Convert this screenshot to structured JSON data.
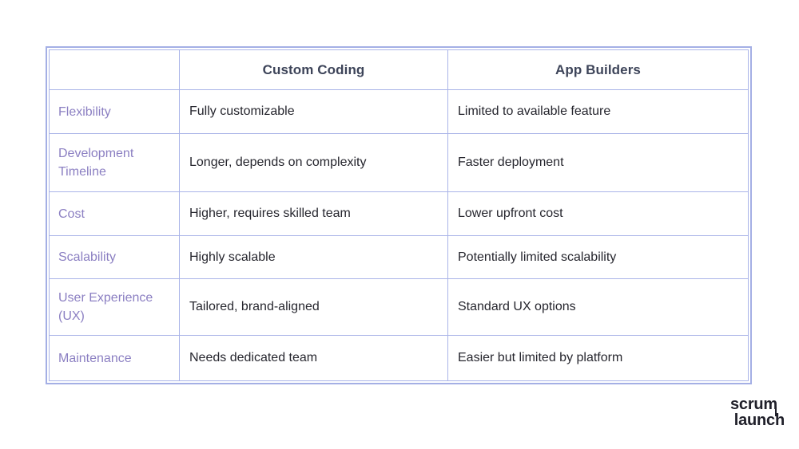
{
  "chart_data": {
    "type": "table",
    "title": "",
    "headers": [
      "",
      "Custom Coding",
      "App Builders"
    ],
    "rows": [
      [
        "Flexibility",
        "Fully customizable",
        "Limited to available feature"
      ],
      [
        "Development Timeline",
        "Longer, depends on complexity",
        "Faster deployment"
      ],
      [
        "Cost",
        "Higher, requires skilled team",
        "Lower upfront cost"
      ],
      [
        "Scalability",
        "Highly scalable",
        "Potentially limited scalability"
      ],
      [
        "User Experience (UX)",
        "Tailored, brand-aligned",
        "Standard UX options"
      ],
      [
        "Maintenance",
        "Needs dedicated team",
        "Easier but limited by platform"
      ]
    ],
    "layout": {
      "grid": "full",
      "header_row_bold": true,
      "first_column_role": "row-labels"
    }
  },
  "colors": {
    "background": "#ffffff",
    "outer_border": "#a4afe5",
    "grid_border": "#aab4e8",
    "header_text": "#3d4459",
    "row_label_text": "#8b7fc2",
    "body_text": "#26262e",
    "logo_text": "#20202a"
  },
  "logo": {
    "line1": "scrum",
    "line2": "launch"
  }
}
